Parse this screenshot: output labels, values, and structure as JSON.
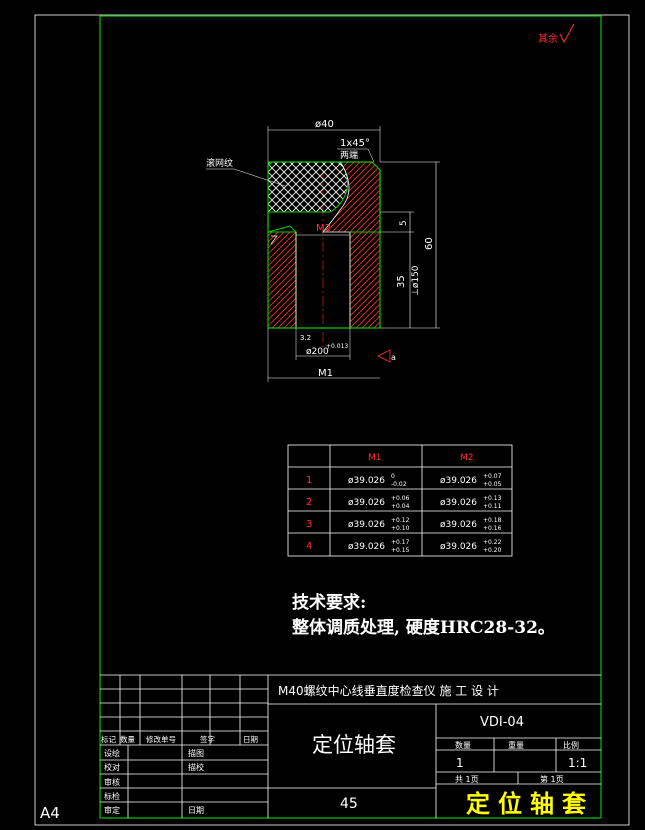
{
  "colors": {
    "border": "#00c800",
    "body_line": "#ffffff",
    "hatch": "#ff2a2a",
    "dimension": "#ffffff",
    "title_text": "#ffffff",
    "accent": "#ffff00",
    "roughness": "#ff3030"
  },
  "sheet": {
    "size_label": "A4",
    "roughness_note": "其余"
  },
  "drawing": {
    "dims": {
      "d40": "ø40",
      "chamfer": "1x45°",
      "both_ends": "两端",
      "knurl": "滚网纹",
      "m2": "M2",
      "five": "5",
      "sixty": "60",
      "thirtyfive": "35",
      "perp": "⊥ø150",
      "d200": "ø200",
      "tol": "+0.013",
      "m1": "M1",
      "a": "a",
      "ra": "3.2"
    }
  },
  "table": {
    "headers": [
      "",
      "M1",
      "M2"
    ],
    "rows": [
      {
        "n": "1",
        "m1_base": "ø39.026",
        "m1_up": "0",
        "m1_lo": "-0.02",
        "m2_base": "ø39.026",
        "m2_up": "+0.07",
        "m2_lo": "+0.05"
      },
      {
        "n": "2",
        "m1_base": "ø39.026",
        "m1_up": "+0.06",
        "m1_lo": "+0.04",
        "m2_base": "ø39.026",
        "m2_up": "+0.13",
        "m2_lo": "+0.11"
      },
      {
        "n": "3",
        "m1_base": "ø39.026",
        "m1_up": "+0.12",
        "m1_lo": "+0.10",
        "m2_base": "ø39.026",
        "m2_up": "+0.18",
        "m2_lo": "+0.16"
      },
      {
        "n": "4",
        "m1_base": "ø39.026",
        "m1_up": "+0.17",
        "m1_lo": "+0.15",
        "m2_base": "ø39.026",
        "m2_up": "+0.22",
        "m2_lo": "+0.20"
      }
    ]
  },
  "tech": {
    "heading": "技术要求:",
    "line1": "整体调质处理, 硬度HRC28-32。"
  },
  "title_block": {
    "project": "M40螺纹中心线垂直度检查仪  施 工 设 计",
    "part_name": "定位轴套",
    "drawing_no": "VDI-04",
    "material": "45",
    "qty_label": "数量",
    "weight_label": "重量",
    "scale_label": "比例",
    "qty_value": "1",
    "scale_value": "1:1",
    "sheet_total": "共 1页",
    "sheet_no": "第 1页",
    "rev_headers": [
      "标记",
      "数量",
      "修改单号",
      "签字",
      "日期"
    ],
    "roles": [
      "设绘",
      "校对",
      "审核",
      "标检",
      "审定"
    ],
    "sign_labels": [
      "描图",
      "描校"
    ],
    "date_label": "日期"
  },
  "caption": "定位轴套"
}
